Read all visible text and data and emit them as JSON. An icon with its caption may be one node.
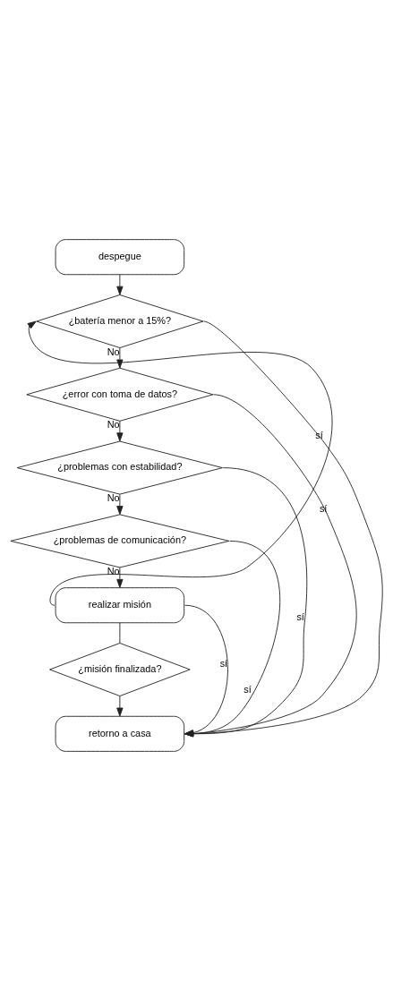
{
  "diagram": {
    "nodes": [
      {
        "text": [
          "despegue"
        ]
      },
      {
        "text": [
          "¿batería menor a 15%?"
        ]
      },
      {
        "text": [
          "¿error con toma de datos?"
        ]
      },
      {
        "text": [
          "¿problemas con estabilidad?"
        ]
      },
      {
        "text": [
          "¿problemas de comunicación?"
        ]
      },
      {
        "text": [
          "realizar misión"
        ]
      },
      {
        "text": [
          "¿misión finalizada?"
        ]
      },
      {
        "text": [
          "retorno a casa"
        ]
      }
    ],
    "edges": [
      {
        "from": 0,
        "to": 1,
        "arrow": "to"
      },
      {
        "from": 1,
        "to": 2,
        "arrow": "to",
        "label": "No"
      },
      {
        "from": 2,
        "to": 3,
        "arrow": "to",
        "label": "No"
      },
      {
        "from": 3,
        "to": 4,
        "arrow": "to",
        "label": "No"
      },
      {
        "from": 4,
        "to": 5,
        "arrow": "to",
        "label": "No"
      },
      {
        "from": 5,
        "to": 1,
        "arrow": "to"
      },
      {
        "from": 5,
        "to": 6,
        "arrow": "none"
      },
      {
        "from": 6,
        "to": 7,
        "arrow": "to"
      },
      {
        "from": 1,
        "to": 7,
        "arrow": "to",
        "label": "sí"
      },
      {
        "from": 2,
        "to": 7,
        "arrow": "to",
        "label": "sí"
      },
      {
        "from": 3,
        "to": 7,
        "arrow": "to",
        "label": "sí"
      },
      {
        "from": 4,
        "to": 7,
        "arrow": "to",
        "label": "sí"
      },
      {
        "from": 5,
        "to": 7,
        "arrow": "to",
        "label": "sí"
      }
    ]
  }
}
